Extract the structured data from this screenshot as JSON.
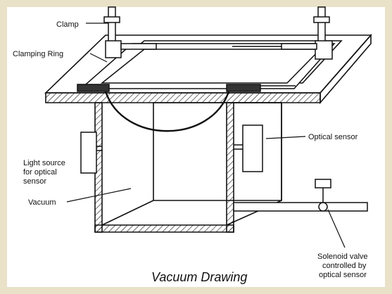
{
  "diagram": {
    "caption": "Vacuum Drawing",
    "labels": {
      "clamp": "Clamp",
      "clamping_ring": "Clamping Ring",
      "light_source_line1": "Light source",
      "light_source_line2": "for optical",
      "light_source_line3": "sensor",
      "optical_sensor": "Optical sensor",
      "vacuum": "Vacuum",
      "solenoid_line1": "Solenoid valve",
      "solenoid_line2": "controlled by",
      "solenoid_line3": "optical sensor"
    }
  },
  "colors": {
    "frame": "#e9e2c8",
    "ink": "#111111",
    "background": "#ffffff"
  }
}
